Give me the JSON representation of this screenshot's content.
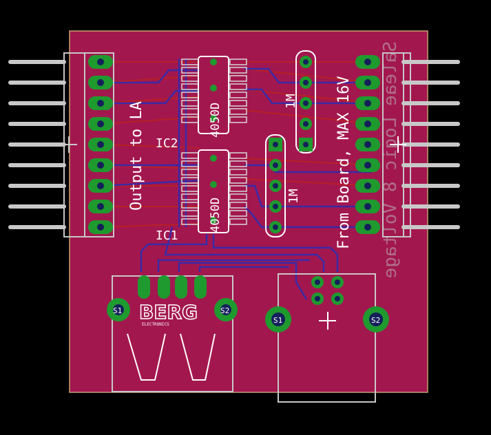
{
  "board": {
    "color": "#a3174f",
    "outline_color": "#c8a070"
  },
  "labels": {
    "output": "Output to LA",
    "from_board": "From Board, MAX 16V",
    "ic1": "IC1",
    "ic2": "IC2",
    "chip_part": "4050D",
    "res_1m": "1M",
    "mirrored": "Saleae Logic 8 Voltage",
    "berg_logo": "BERG",
    "berg_sub": "ELECTRONICS",
    "s1": "S1",
    "s2": "S2"
  }
}
